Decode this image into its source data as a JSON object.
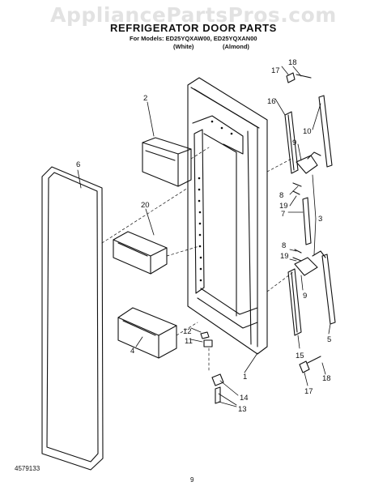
{
  "watermark": "AppliancePartsPros.com",
  "title": "REFRIGERATOR DOOR PARTS",
  "models_line": "For Models: ED25YQXAW00, ED25YQXAN00",
  "variants": [
    "(White)",
    "(Almond)"
  ],
  "callouts": [
    "17",
    "18",
    "16",
    "10",
    "2",
    "9",
    "8",
    "19",
    "7",
    "3",
    "6",
    "20",
    "8",
    "19",
    "9",
    "5",
    "12",
    "11",
    "15",
    "4",
    "1",
    "14",
    "13",
    "18",
    "17"
  ],
  "footer_left": "4579133",
  "footer_page": "9"
}
